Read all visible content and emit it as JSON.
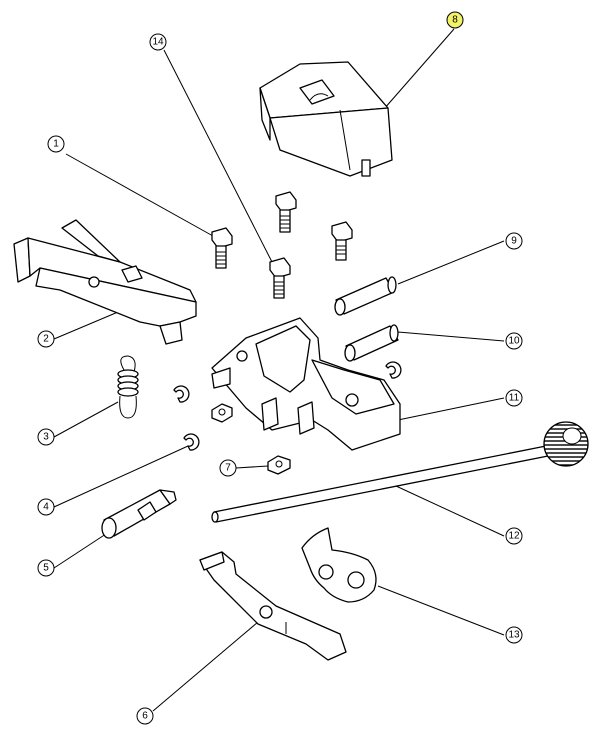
{
  "callouts": [
    {
      "label": "1",
      "highlighted": false
    },
    {
      "label": "2",
      "highlighted": false
    },
    {
      "label": "3",
      "highlighted": false
    },
    {
      "label": "4",
      "highlighted": false
    },
    {
      "label": "5",
      "highlighted": false
    },
    {
      "label": "6",
      "highlighted": false
    },
    {
      "label": "7",
      "highlighted": false
    },
    {
      "label": "8",
      "highlighted": true
    },
    {
      "label": "9",
      "highlighted": false
    },
    {
      "label": "10",
      "highlighted": false
    },
    {
      "label": "11",
      "highlighted": false
    },
    {
      "label": "12",
      "highlighted": false
    },
    {
      "label": "13",
      "highlighted": false
    },
    {
      "label": "14",
      "highlighted": false
    }
  ],
  "highlight_color": "#f3f36a"
}
